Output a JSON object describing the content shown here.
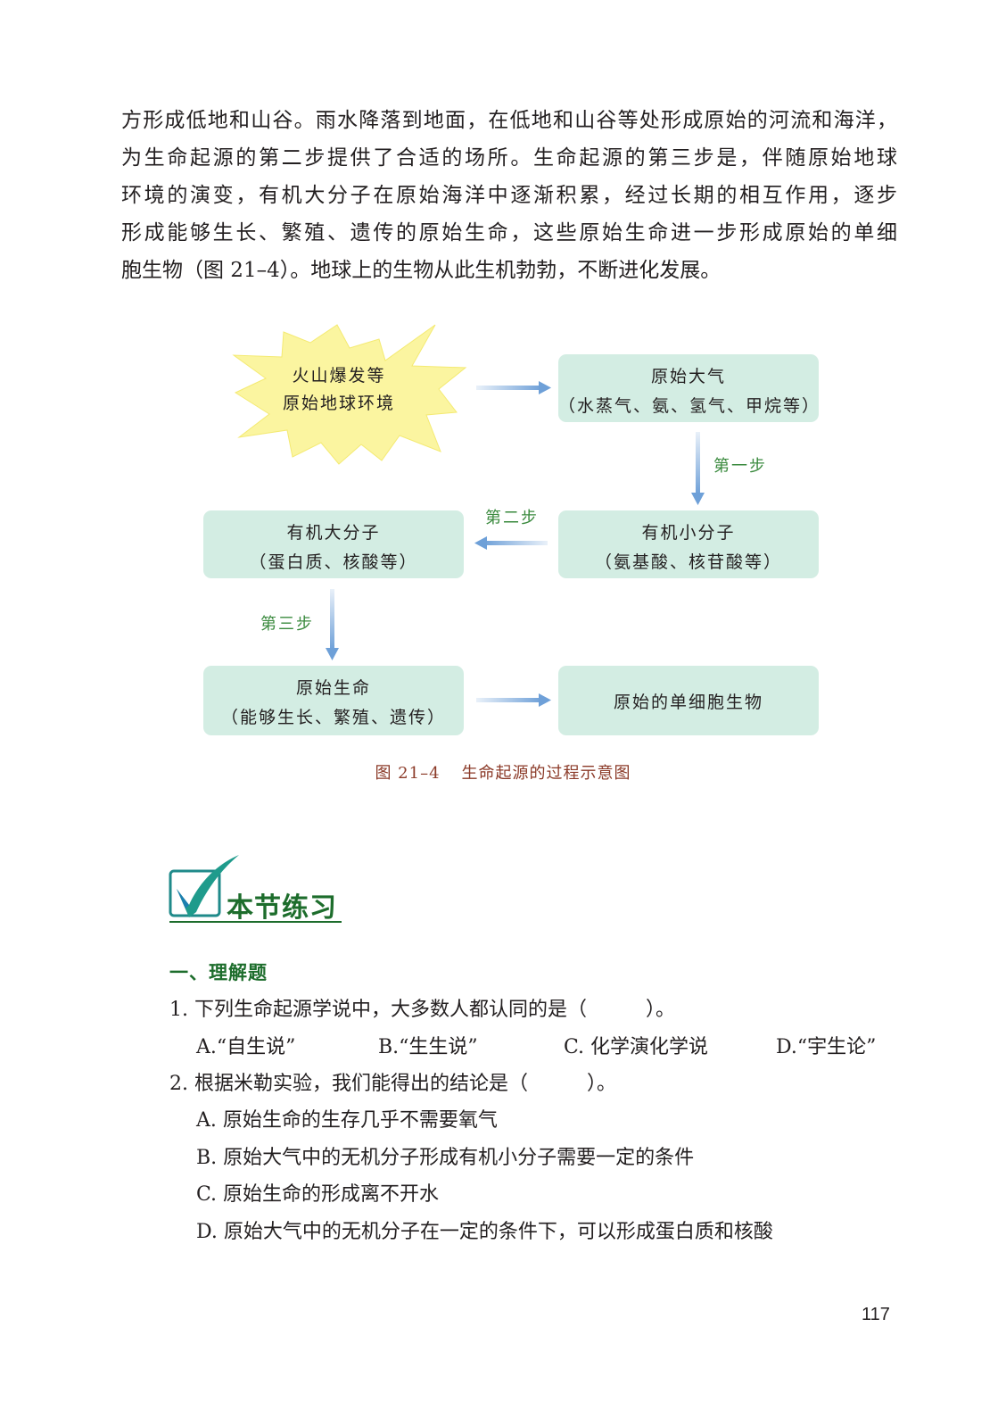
{
  "paragraph": [
    "方形成低地和山谷。雨水降落到地面，在低地和山谷等处形成原始的河流和海洋，",
    "为生命起源的第二步提供了合适的场所。生命起源的第三步是，伴随原始地球",
    "环境的演变，有机大分子在原始海洋中逐渐积累，经过长期的相互作用，逐步",
    "形成能够生长、繁殖、遗传的原始生命，这些原始生命进一步形成原始的单细",
    "胞生物（图 21–4）。地球上的生物从此生机勃勃，不断进化发展。"
  ],
  "diagram": {
    "star": {
      "line1": "火山爆发等",
      "line2": "原始地球环境"
    },
    "atmosphere": {
      "line1": "原始大气",
      "line2": "（水蒸气、氨、氢气、甲烷等）"
    },
    "small_molecules": {
      "line1": "有机小分子",
      "line2": "（氨基酸、核苷酸等）"
    },
    "large_molecules": {
      "line1": "有机大分子",
      "line2": "（蛋白质、核酸等）"
    },
    "primitive_life": {
      "line1": "原始生命",
      "line2": "（能够生长、繁殖、遗传）"
    },
    "single_cell": {
      "line1": "原始的单细胞生物"
    },
    "step1": "第一步",
    "step2": "第二步",
    "step3": "第三步",
    "caption_num": "图 21–4",
    "caption_text": "生命起源的过程示意图"
  },
  "exercise": {
    "title": "本节练习",
    "section": "一、理解题",
    "q1": {
      "stem": "1. 下列生命起源学说中，大多数人都认同的是（　　　）。",
      "a": "A.“自生说”",
      "b": "B.“生生说”",
      "c": "C. 化学演化学说",
      "d": "D.“宇生论”"
    },
    "q2": {
      "stem": "2. 根据米勒实验，我们能得出的结论是（　　　）。",
      "a": "A. 原始生命的生存几乎不需要氧气",
      "b": "B. 原始大气中的无机分子形成有机小分子需要一定的条件",
      "c": "C. 原始生命的形成离不开水",
      "d": "D. 原始大气中的无机分子在一定的条件下，可以形成蛋白质和核酸"
    }
  },
  "page_number": "117",
  "colors": {
    "box_fill": "#d3ede3",
    "star_fill": "#fbf5a0",
    "arrow": "#6ea0d8",
    "step_text": "#3a8a3e",
    "caption": "#8b3a28",
    "heading_green": "#1d6d2c",
    "check_teal": "#1f9b8c"
  }
}
